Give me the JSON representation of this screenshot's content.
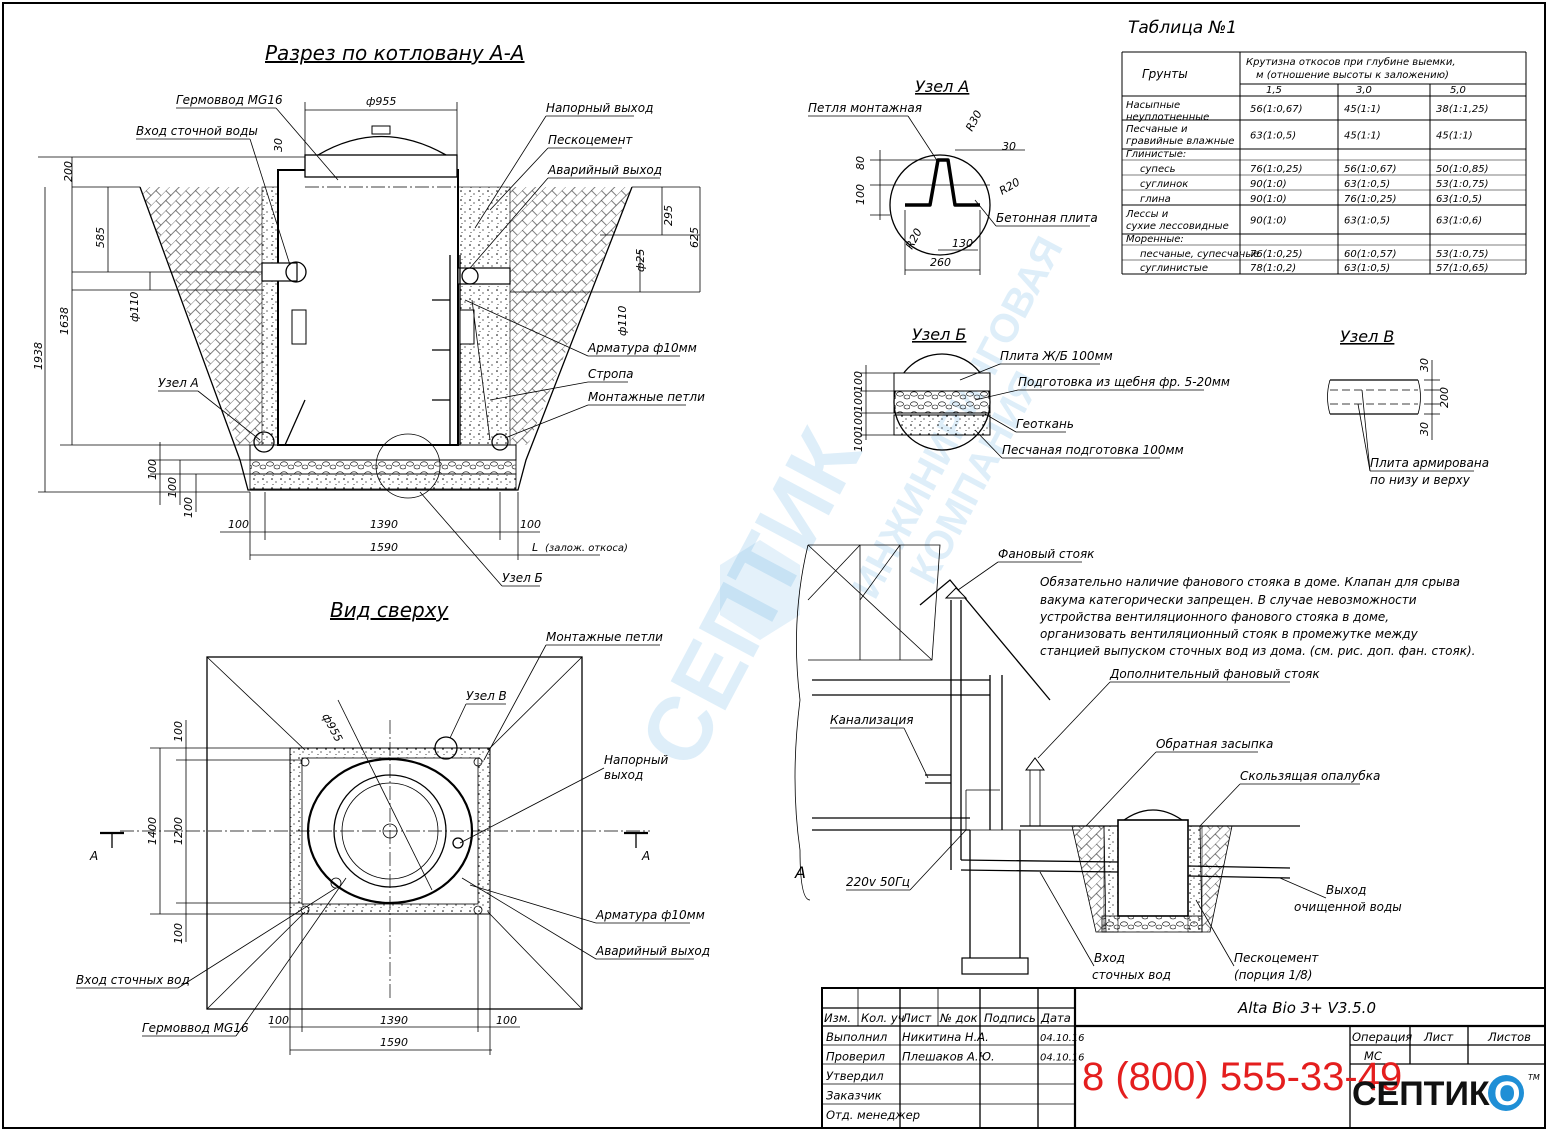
{
  "section_aa": {
    "title": "Разрез  по котловану А-А",
    "labels": {
      "germovvod": "Гермоввод MG16",
      "vhod": "Вход сточной воды",
      "napor": "Напорный выход",
      "peskocement": "Пескоцемент",
      "avar": "Аварийный выход",
      "armatura": "Арматура ф10мм",
      "stropa": "Стропа",
      "petli": "Монтажные петли",
      "uzel_a": "Узел А",
      "uzel_b": "Узел Б"
    },
    "dims": {
      "d955": "ф955",
      "d30": "30",
      "d200": "200",
      "d585": "585",
      "d1638": "1638",
      "d1938": "1938",
      "d110": "ф110",
      "d295": "295",
      "d625": "625",
      "d25": "ф25",
      "d110r": "ф110",
      "d100a": "100",
      "d100b": "100",
      "d100c": "100",
      "w100l": "100",
      "w1390": "1390",
      "w100r": "100",
      "w1590": "1590",
      "l_otkos": "L",
      "l_note": "(залож. откоса)"
    }
  },
  "top_view": {
    "title": "Вид сверху",
    "labels": {
      "petli": "Монтажные петли",
      "uzel_v": "Узел В",
      "napor1": "Напорный",
      "napor2": "выход",
      "armatura": "Арматура ф10мм",
      "avar": "Аварийный выход",
      "vhod": "Вход сточных вод",
      "germovvod": "Гермоввод MG16",
      "a_left": "A",
      "a_right": "A"
    },
    "dims": {
      "d955": "ф955",
      "d100t": "100",
      "d1400": "1400",
      "d1200": "1200",
      "d100b": "100",
      "w100l": "100",
      "w1390": "1390",
      "w100r": "100",
      "w1590": "1590"
    }
  },
  "uzel_a": {
    "title": "Узел А",
    "petlya": "Петля монтажная",
    "plita": "Бетонная плита",
    "dims": {
      "r30": "R30",
      "d30": "30",
      "d80": "80",
      "r20a": "R20",
      "d100": "100",
      "r20b": "R20",
      "d130": "130",
      "d260": "260"
    }
  },
  "uzel_b": {
    "title": "Узел Б",
    "layers": [
      "Плита Ж/Б 100мм",
      "Подготовка из щебня фр. 5-20мм",
      "Геоткань",
      "Песчаная подготовка 100мм"
    ],
    "dims": [
      "100",
      "100",
      "100",
      "100"
    ]
  },
  "uzel_v": {
    "title": "Узел В",
    "note1": "Плита армирована",
    "note2": "по низу и верху",
    "dims": {
      "d30t": "30",
      "d200": "200",
      "d30b": "30"
    }
  },
  "table1": {
    "title": "Таблица №1",
    "col_soil": "Грунты",
    "col_head1": "Крутизна откосов при глубине выемки,",
    "col_head2": "м (отношение высоты к заложению)",
    "depths": [
      "1,5",
      "3,0",
      "5,0"
    ],
    "rows": [
      {
        "name": "Насыпные неуплотненные",
        "indent": false,
        "group": false,
        "v": [
          "56(1:0,67)",
          "45(1:1)",
          "38(1:1,25)"
        ]
      },
      {
        "name": "Песчаные и гравийные влажные",
        "indent": false,
        "group": false,
        "v": [
          "63(1:0,5)",
          "45(1:1)",
          "45(1:1)"
        ]
      },
      {
        "name": "Глинистые:",
        "indent": false,
        "group": true,
        "v": [
          "",
          "",
          ""
        ]
      },
      {
        "name": "супесь",
        "indent": true,
        "group": false,
        "v": [
          "76(1:0,25)",
          "56(1:0,67)",
          "50(1:0,85)"
        ]
      },
      {
        "name": "суглинок",
        "indent": true,
        "group": false,
        "v": [
          "90(1:0)",
          "63(1:0,5)",
          "53(1:0,75)"
        ]
      },
      {
        "name": "глина",
        "indent": true,
        "group": false,
        "v": [
          "90(1:0)",
          "76(1:0,25)",
          "63(1:0,5)"
        ]
      },
      {
        "name": "Лессы и сухие лессовидные",
        "indent": false,
        "group": false,
        "v": [
          "90(1:0)",
          "63(1:0,5)",
          "63(1:0,6)"
        ]
      },
      {
        "name": "Моренные:",
        "indent": false,
        "group": true,
        "v": [
          "",
          "",
          ""
        ]
      },
      {
        "name": "песчаные, супесчаные",
        "indent": true,
        "group": false,
        "v": [
          "76(1:0,25)",
          "60(1:0,57)",
          "53(1:0,75)"
        ]
      },
      {
        "name": "суглинистые",
        "indent": true,
        "group": false,
        "v": [
          "78(1:0,2)",
          "63(1:0,5)",
          "57(1:0,65)"
        ]
      }
    ]
  },
  "install": {
    "fan_stoyak": "Фановый стояк",
    "note": [
      "Обязательно наличие фанового стояка в доме. Клапан для срыва",
      "вакума категорически запрещен. В случае невозможности",
      "устройства вентиляционного фанового стояка в доме,",
      "организовать вентиляционный стояк в промежутке между",
      "станцией выпуском сточных вод из дома. (см. рис. доп. фан. стояк)."
    ],
    "dop_stoyak": "Дополнительный фановый стояк",
    "kanalizaciya": "Канализация",
    "zasypka": "Обратная засыпка",
    "opalubka": "Скользящая опалубка",
    "power": "220v 50Гц",
    "vyhod1": "Выход",
    "vyhod2": "очищенной воды",
    "vhod1": "Вход",
    "vhod2": "сточных вод",
    "pesko1": "Пескоцемент",
    "pesko2": "(порция 1/8)",
    "a": "A"
  },
  "stamp": {
    "headers": [
      "Изм.",
      "Кол. уч",
      "Лист",
      "№ док",
      "Подпись",
      "Дата"
    ],
    "rows": [
      {
        "role": "Выполнил",
        "name": "Никитина Н.А.",
        "date": "04.10.16"
      },
      {
        "role": "Проверил",
        "name": "Плешаков А.Ю.",
        "date": "04.10.16"
      },
      {
        "role": "Утвердил",
        "name": "",
        "date": ""
      },
      {
        "role": "Заказчик",
        "name": "",
        "date": ""
      },
      {
        "role": "Отд. менеджер",
        "name": "",
        "date": ""
      }
    ],
    "product": "Alta Bio 3+ V3.5.0",
    "phone": "8 (800) 555-33-49",
    "op": "Операция",
    "list": "Лист",
    "listov": "Листов",
    "op_value": "МС",
    "logo": "СЕПТИК",
    "logo_o": "О",
    "tm": "TM"
  },
  "watermark": {
    "line1": "СЕПТИК",
    "line2": "ИНЖИНИРИНГОВАЯ",
    "line3": "КОМПАНИЯ",
    "tm": "TM"
  },
  "colors": {
    "phone": "#e41e1e",
    "watermark": "#1f8fd6",
    "logo_circle": "#1f8fd6"
  }
}
